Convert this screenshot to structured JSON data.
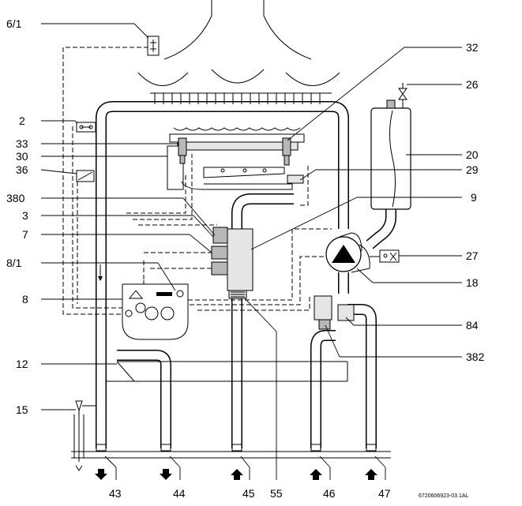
{
  "labels": {
    "l6_1": "6/1",
    "l2": "2",
    "l33": "33",
    "l30": "30",
    "l36": "36",
    "l380": "380",
    "l3": "3",
    "l7": "7",
    "l8_1": "8/1",
    "l8": "8",
    "l12": "12",
    "l15": "15",
    "l32": "32",
    "l26": "26",
    "l20": "20",
    "l29": "29",
    "l9": "9",
    "l27": "27",
    "l18": "18",
    "l84": "84",
    "l382": "382",
    "l43": "43",
    "l44": "44",
    "l45": "45",
    "l55": "55",
    "l46": "46",
    "l47": "47"
  },
  "drawing_code": "6720606923-03.1AL"
}
